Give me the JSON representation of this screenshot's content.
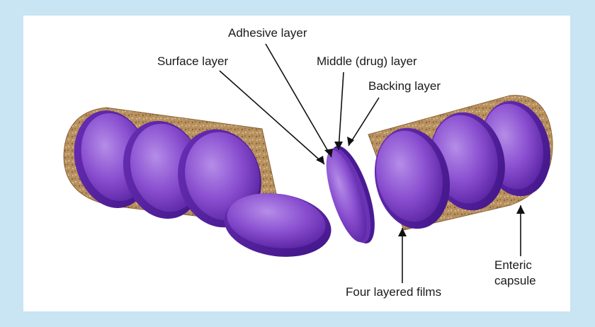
{
  "labels": {
    "adhesive": "Adhesive layer",
    "surface": "Surface layer",
    "middle": "Middle (drug) layer",
    "backing": "Backing layer",
    "films": "Four layered films",
    "enteric_line1": "Enteric",
    "enteric_line2": "capsule"
  },
  "colors": {
    "background": "#c9e4f3",
    "film": "#7a3fc4",
    "film_light": "#a77be0",
    "film_dark": "#4f1f94",
    "capsule": "#b08a5c"
  }
}
